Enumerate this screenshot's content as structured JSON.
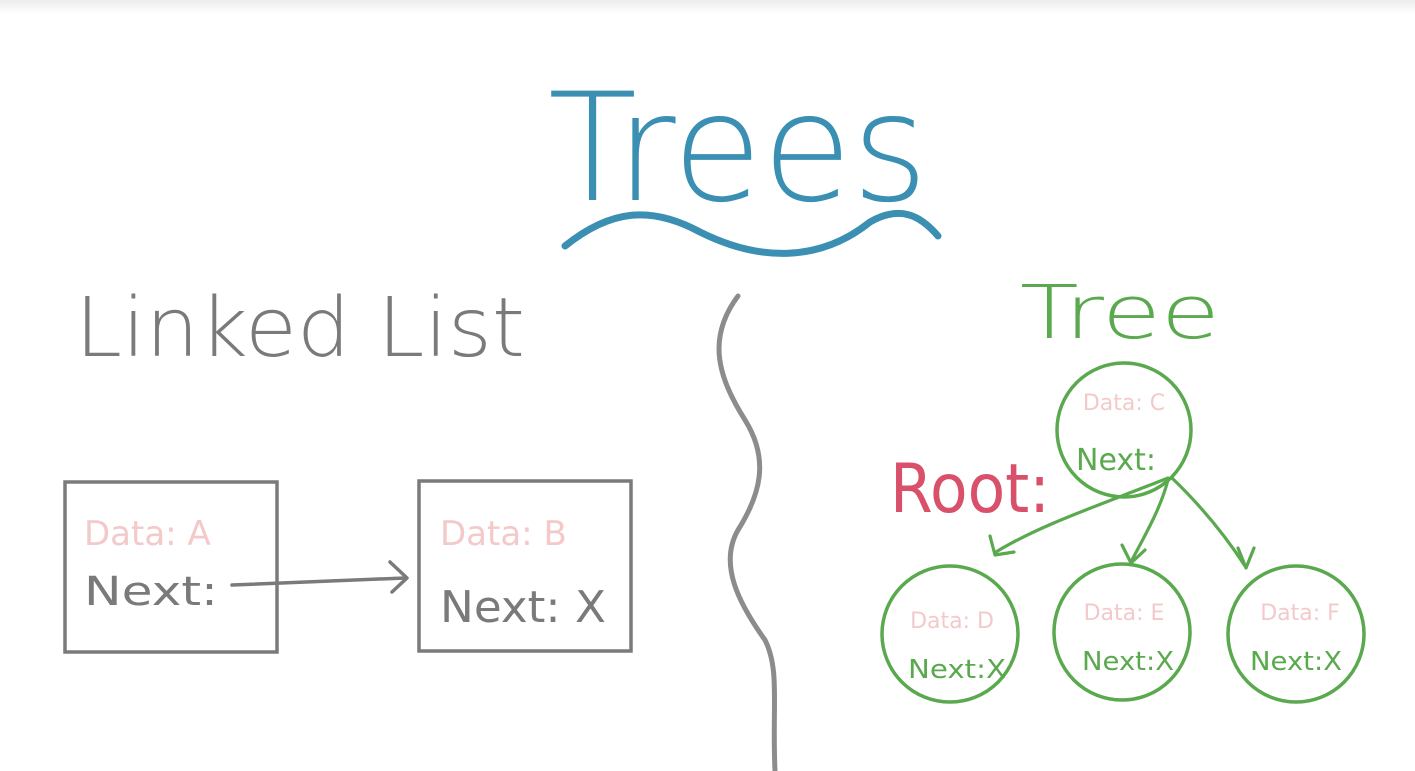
{
  "title": "Trees",
  "linked_list": {
    "heading": "Linked List",
    "nodes": [
      {
        "data_label": "Data: A",
        "next_label": "Next:"
      },
      {
        "data_label": "Data: B",
        "next_label": "Next: X"
      }
    ]
  },
  "tree": {
    "heading": "Tree",
    "root_label": "Root:",
    "root_node": {
      "data_label": "Data: C",
      "next_label": "Next:"
    },
    "children": [
      {
        "data_label": "Data: D",
        "next_label": "Next:X"
      },
      {
        "data_label": "Data: E",
        "next_label": "Next:X"
      },
      {
        "data_label": "Data: F",
        "next_label": "Next:X"
      }
    ]
  },
  "colors": {
    "title": "#3a8fb3",
    "list": "#7a7a7a",
    "tree": "#5aa94e",
    "root": "#d9506a",
    "faint_data": "#f3c9c9",
    "divider": "#8c8c8c"
  }
}
